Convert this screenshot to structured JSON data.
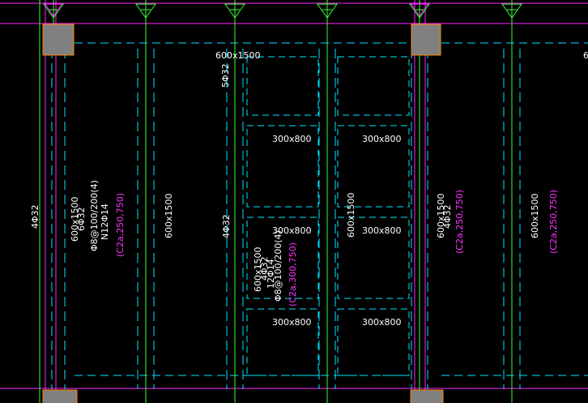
{
  "drawing": {
    "background": "#000000",
    "colors": {
      "cyan": "#00e5ff",
      "green": "#33ff33",
      "magenta": "#ff22ff",
      "white": "#ffffff",
      "column_fill": "#808080",
      "column_edge": "#ff8800"
    },
    "labels": {
      "top_beam_size": "600x1500",
      "top_beam_bars": "5Φ32",
      "top_right_cut": "6",
      "panel_r1_a": "300x800",
      "panel_r1_b": "300x800",
      "panel_r2_a": "300x800",
      "panel_r2_b": "300x800",
      "panel_r3_a": "300x800",
      "panel_r3_b": "300x800",
      "left_bars": "4Φ32",
      "beam1_size": "600x1500",
      "beam1_bars": "6Φ32",
      "beam1_stirrup": "Φ8@100/200(4)",
      "beam1_waist": "N12Φ14",
      "beam1_tag": "(C2a,250,750)",
      "beam2_size": "600x1500",
      "beam3_bars": "4Φ32",
      "beam3_size": "600x1500",
      "beam3_bars2": "4Φ32",
      "beam3_stirrup": "Φ8@100/200(4)",
      "beam3_waist": "12Φ14",
      "beam3_tag": "(C2a,300,750)",
      "beam4_size": "600x1500",
      "beam5_size": "600x1500",
      "beam5_bars": "4Φ32",
      "beam5_tag": "(C2a,250,750)",
      "beam6_size": "600x1500",
      "beam6_tag": "(C2a,250,750)"
    }
  }
}
